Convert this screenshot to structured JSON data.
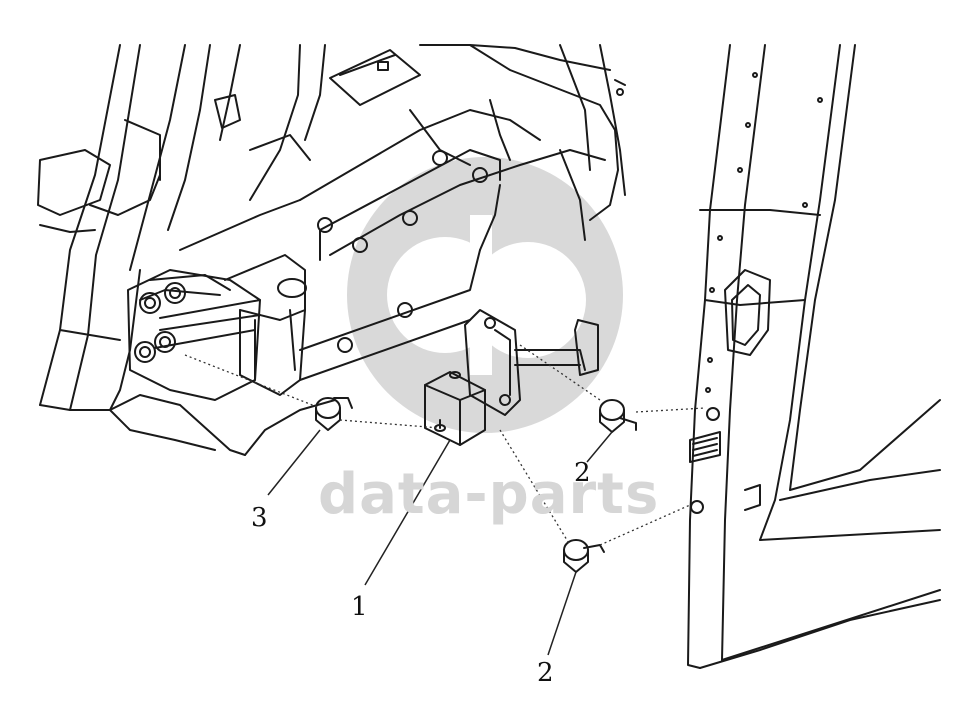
{
  "watermark": {
    "text": "data-parts",
    "color": "#d6d6d6"
  },
  "callouts": {
    "part_1": "1",
    "part_2_upper": "2",
    "part_2_lower": "2",
    "part_3": "3"
  },
  "colors": {
    "line": "#1a1a1a",
    "leader": "#333333",
    "background": "#ffffff"
  }
}
